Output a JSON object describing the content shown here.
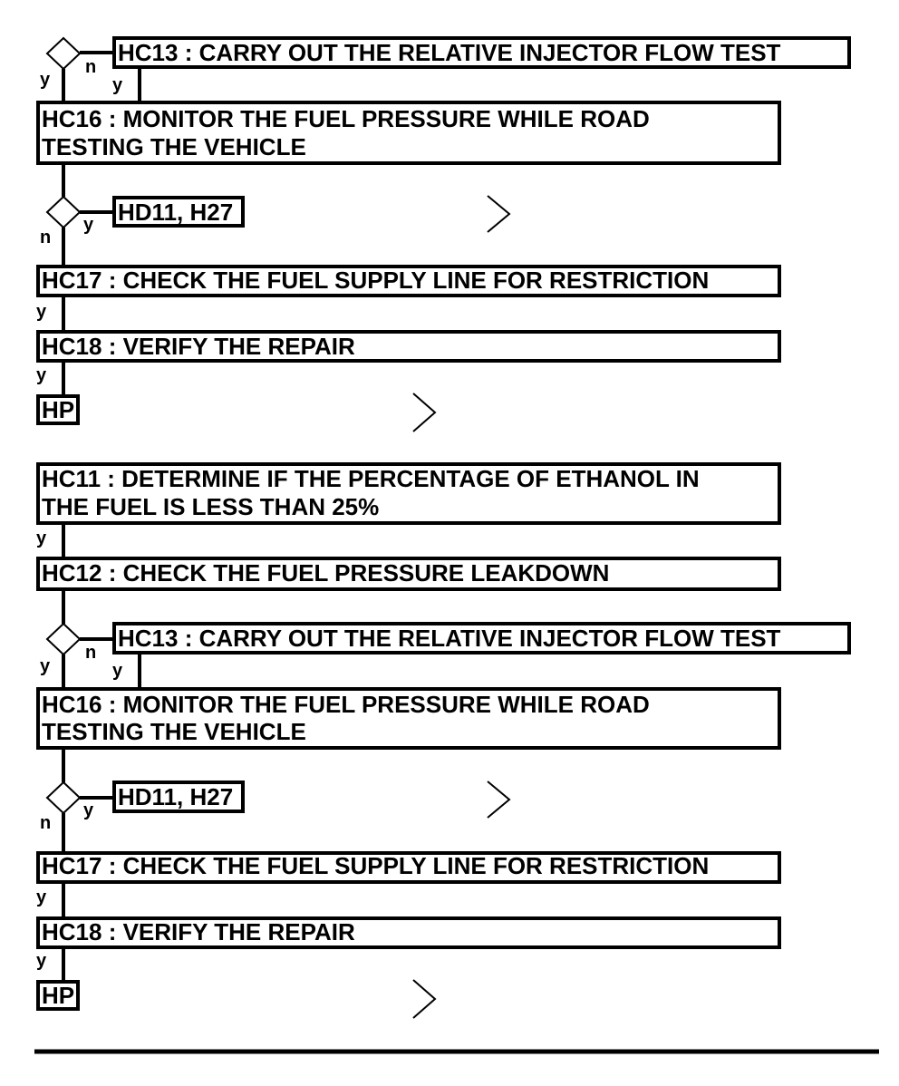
{
  "sections": [
    {
      "hc13": "HC13 : CARRY OUT THE RELATIVE INJECTOR FLOW TEST",
      "hc16_line1": "HC16 : MONITOR THE FUEL PRESSURE WHILE ROAD",
      "hc16_line2": "TESTING THE VEHICLE",
      "hd11": "HD11, H27",
      "hc17": "HC17 : CHECK THE FUEL SUPPLY LINE FOR RESTRICTION",
      "hc18": "HC18 : VERIFY THE REPAIR",
      "hp": "HP",
      "branch": {
        "yes": "y",
        "no": "n"
      }
    },
    {
      "hc11_line1": "HC11 : DETERMINE IF THE PERCENTAGE OF ETHANOL IN",
      "hc11_line2": "THE FUEL IS LESS THAN 25%",
      "hc12": "HC12 : CHECK THE FUEL PRESSURE LEAKDOWN",
      "hc13": "HC13 : CARRY OUT THE RELATIVE INJECTOR FLOW TEST",
      "hc16_line1": "HC16 : MONITOR THE FUEL PRESSURE WHILE ROAD",
      "hc16_line2": "TESTING THE VEHICLE",
      "hd11": "HD11, H27",
      "hc17": "HC17 : CHECK THE FUEL SUPPLY LINE FOR RESTRICTION",
      "hc18": "HC18 : VERIFY THE REPAIR",
      "hp": "HP",
      "branch": {
        "yes": "y",
        "no": "n"
      }
    }
  ]
}
